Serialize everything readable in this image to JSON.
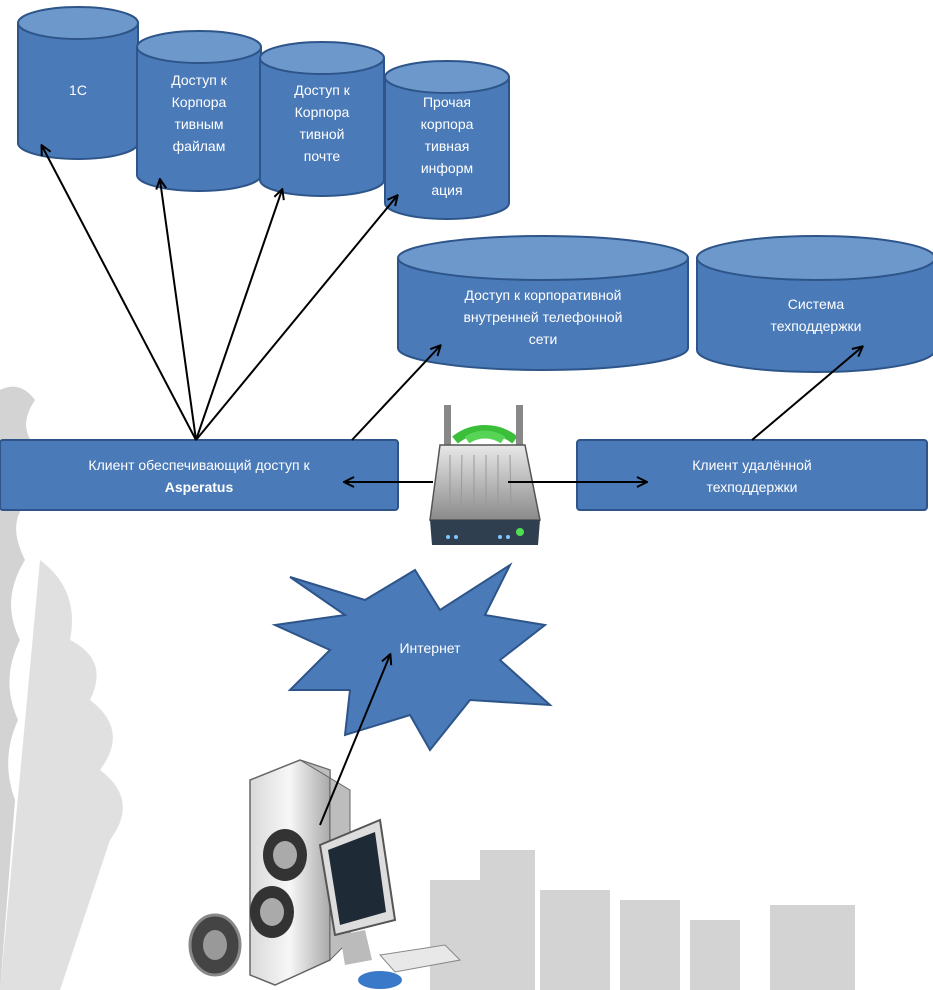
{
  "colors": {
    "shape_fill": "#4a7ab8",
    "shape_top": "#6d98cc",
    "shape_stroke": "#2e5589",
    "arrow": "#000000",
    "background_art": "#b8b8b8"
  },
  "databases": [
    {
      "id": "db-1c",
      "text": "1С"
    },
    {
      "id": "db-files",
      "text": "Доступ к\nКорпора\nтивным\nфайлам"
    },
    {
      "id": "db-mail",
      "text": "Доступ к\nКорпора\nтивной\nпочте"
    },
    {
      "id": "db-other",
      "text": "Прочая\nкорпора\nтивная\nинформ\nация"
    },
    {
      "id": "db-phone",
      "text": "Доступ к корпоративной\nвнутренней  телефонной\nсети"
    },
    {
      "id": "db-support",
      "text": "Система\nтехподдержки"
    }
  ],
  "client_access": {
    "line1": "Клиент обеспечивающий  доступ к",
    "line2": "Asperatus"
  },
  "client_support": {
    "text": "Клиент удалённой\nтехподдержки"
  },
  "internet": {
    "text": "Интернет"
  },
  "icons": {
    "router": "wifi-router-icon",
    "computer": "desktop-computer-icon"
  }
}
